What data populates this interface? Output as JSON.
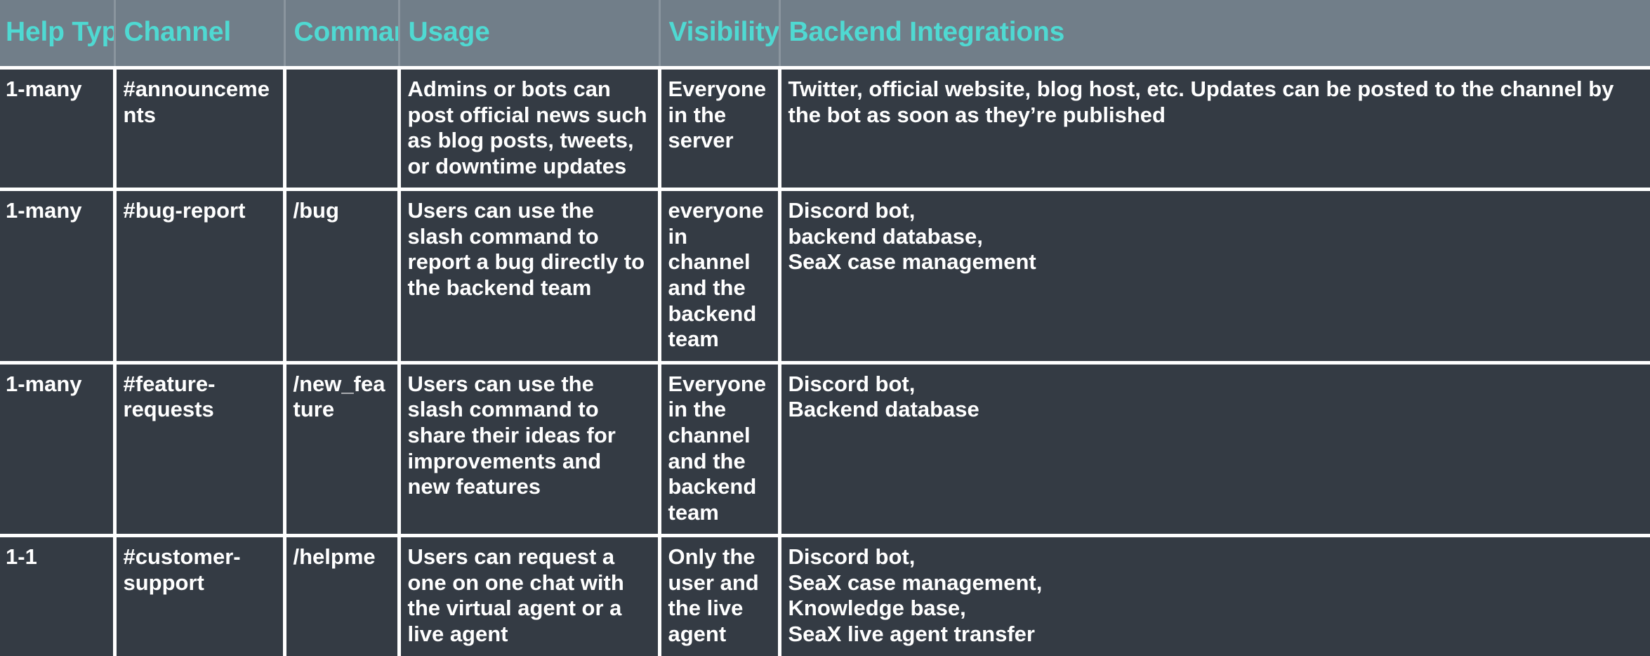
{
  "table": {
    "columns": [
      {
        "key": "help_type",
        "label": "Help Type"
      },
      {
        "key": "channel",
        "label": "Channel"
      },
      {
        "key": "command",
        "label": "Command"
      },
      {
        "key": "usage",
        "label": "Usage"
      },
      {
        "key": "visibility",
        "label": "Visibility"
      },
      {
        "key": "backend",
        "label": "Backend Integrations"
      }
    ],
    "colors": {
      "header_bg": "#717e89",
      "header_text": "#4fd9d2",
      "cell_bg": "#343b44",
      "cell_text": "#ffffff",
      "grid_line": "#ffffff"
    },
    "rows": [
      {
        "help_type": "1-many",
        "channel": "#announcements",
        "command": "",
        "usage": "Admins or bots can post official news such as blog posts, tweets, or downtime updates",
        "visibility": "Everyone in the server",
        "backend": "Twitter, official website, blog host, etc. Updates can be posted to the channel by the bot as soon as they’re published"
      },
      {
        "help_type": "1-many",
        "channel": "#bug-report",
        "command": "/bug",
        "usage": "Users can use the slash command to report a bug directly to the backend team",
        "visibility": "everyone in channel and the backend team",
        "backend": "Discord bot,\nbackend database,\nSeaX case management"
      },
      {
        "help_type": "1-many",
        "channel": "#feature-requests",
        "command": "/new_feature",
        "usage": "Users can use the slash command to share their ideas for improvements and new features",
        "visibility": "Everyone in the channel and the backend team",
        "backend": "Discord bot,\nBackend database"
      },
      {
        "help_type": "1-1",
        "channel": "#customer-support",
        "command": "/helpme",
        "usage": "Users can request a one on one chat with the virtual agent or a live agent",
        "visibility": "Only the user and the live agent",
        "backend": "Discord bot,\nSeaX case management,\nKnowledge base,\nSeaX live agent transfer"
      }
    ]
  }
}
